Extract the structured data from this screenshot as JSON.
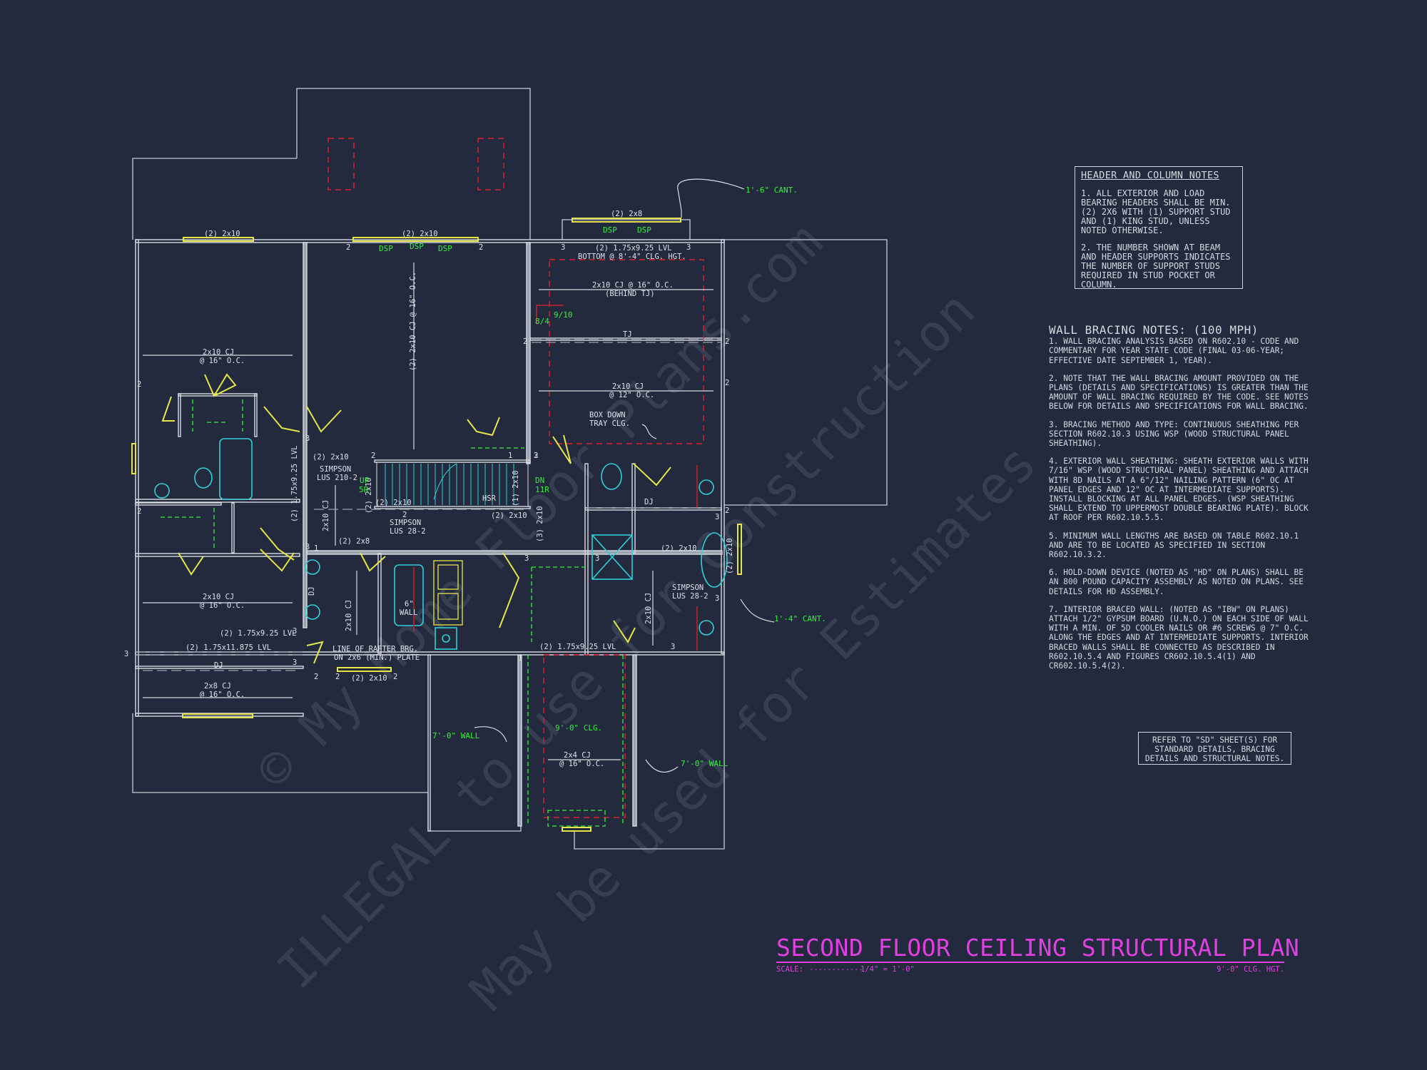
{
  "colors": {
    "background": "#232a3d",
    "wall": "#d9dce3",
    "label": "#dde1e8",
    "green_label": "#35f03a",
    "magenta_title": "#e040e0",
    "red_dashed": "#e0202c",
    "yellow_window": "#e6e64a",
    "cyan_fixture": "#2fd0d8"
  },
  "header_notes": {
    "title": "HEADER AND COLUMN NOTES",
    "items": [
      "1. ALL EXTERIOR AND LOAD BEARING HEADERS SHALL BE MIN. (2) 2x6 WITH (1) SUPPORT STUD AND (1) KING STUD, UNLESS NOTED OTHERWISE.",
      "2. THE NUMBER SHOWN AT BEAM AND HEADER SUPPORTS INDICATES THE NUMBER OF SUPPORT STUDS REQUIRED IN STUD POCKET OR COLUMN."
    ]
  },
  "bracing_notes": {
    "title": "WALL BRACING NOTES: (100 MPH)",
    "items": [
      "1. WALL BRACING ANALYSIS BASED ON R602.10 - CODE AND COMMENTARY FOR YEAR STATE CODE (FINAL 03-06-YEAR; EFFECTIVE DATE SEPTEMBER 1, YEAR).",
      "2. NOTE THAT THE WALL BRACING AMOUNT PROVIDED ON THE PLANS (DETAILS AND SPECIFICATIONS) IS GREATER THAN THE AMOUNT OF WALL BRACING REQUIRED BY THE CODE. SEE NOTES BELOW FOR DETAILS AND SPECIFICATIONS FOR WALL BRACING.",
      "3. BRACING METHOD AND TYPE: CONTINUOUS SHEATHING PER SECTION R602.10.3 USING WSP (WOOD STRUCTURAL PANEL SHEATHING).",
      "4. EXTERIOR WALL SHEATHING: SHEATH EXTERIOR WALLS WITH 7/16\" WSP (WOOD STRUCTURAL PANEL) SHEATHING AND ATTACH WITH 8d NAILS AT A 6\"/12\" NAILING PATTERN (6\" OC AT PANEL EDGES AND 12\" OC AT INTERMEDIATE SUPPORTS). INSTALL BLOCKING AT ALL PANEL EDGES. (WSP SHEATHING SHALL EXTEND TO UPPERMOST DOUBLE BEARING PLATE). BLOCK AT ROOF PER R602.10.5.5.",
      "5. MINIMUM WALL LENGTHS ARE BASED ON TABLE R602.10.1 AND ARE TO BE LOCATED AS SPECIFIED IN SECTION R602.10.3.2.",
      "6. HOLD-DOWN DEVICE (NOTED AS \"HD\" ON PLANS) SHALL BE AN 800 POUND CAPACITY ASSEMBLY AS NOTED ON PLANS. SEE DETAILS FOR HD ASSEMBLY.",
      "7. INTERIOR BRACED WALL: (NOTED AS \"IBW\" ON PLANS) ATTACH 1/2\" GYPSUM BOARD (U.N.O.) ON EACH SIDE OF WALL WITH A MIN. OF 5d COOLER NAILS OR #6 SCREWS @ 7\" O.C. ALONG THE EDGES AND AT INTERMEDIATE SUPPORTS. INTERIOR BRACED WALLS SHALL BE CONNECTED AS DESCRIBED IN R602.10.5.4 AND FIGURES CR602.10.5.4(1) AND CR602.10.5.4(2)."
    ]
  },
  "refer_note": "REFER TO \"SD\" SHEET(S) FOR STANDARD DETAILS, BRACING DETAILS AND STRUCTURAL NOTES.",
  "title_block": {
    "title": "SECOND FLOOR CEILING STRUCTURAL PLAN",
    "scale_label": "SCALE:",
    "scale_dashes": "------------",
    "scale_value": "1/4\" = 1'-0\"",
    "ceiling_height": "9'-0\" CLG. HGT."
  },
  "watermark": [
    "© My Home Floor Plans.com",
    "ILLEGAL to use for Construction",
    "May be used for Estimates"
  ],
  "plan_labels": {
    "cant_top": "1'-6\" CANT.",
    "cant_right": "1'-4\" CANT.",
    "hdr_2x8_top": "(2) 2x8",
    "hdr_2x10_a": "(2) 2x10",
    "hdr_2x10_b": "(2) 2x10",
    "lvl_top": "(2) 1.75x9.25 LVL",
    "bottom_clg": "BOTTOM @ 8'-4\" CLG. HGT.",
    "cj_behind": "2x10 CJ @ 16\" O.C.",
    "behind_tj": "(BEHIND TJ)",
    "tj": "TJ",
    "cj_12": "2x10 CJ",
    "cj_12b": "@ 12\" O.C.",
    "box_down": "BOX DOWN",
    "tray_clg": "TRAY CLG.",
    "cj_left_1": "2x10 CJ",
    "cj_left_1b": "@ 16\" O.C.",
    "cj_left_2": "2x10 CJ",
    "cj_left_2b": "@ 16\" O.C.",
    "cj_2x8": "2x8 CJ",
    "cj_2x8b": "@ 16\" O.C.",
    "cj_vert": "(2) 2x10 CJ @ 16\" O.C.",
    "simpson_1": "SIMPSON",
    "simpson_1b": "LUS 210-2",
    "simpson_2": "SIMPSON",
    "simpson_2b": "LUS 28-2",
    "simpson_3": "SIMPSON",
    "simpson_3b": "LUS 28-2",
    "lvl_mid": "(2) 1.75x9.25 LVL",
    "lvl_11875": "(2) 1.75x11.875 LVL",
    "lvl_bot": "(2) 1.75x9.25 LVL",
    "lvl_vert": "(2) 1.75x9.25 LVL",
    "rafter_brg": "LINE OF RAFTER BRG.",
    "rafter_brg_b": "ON 2x6 (MIN.) PLATE",
    "wall_6": "6\"",
    "wall_6b": "WALL",
    "cj_2x4": "2x4 CJ",
    "cj_2x4b": "@ 16\" O.C.",
    "clg_9": "9'-0\" CLG.",
    "wall_7a": "7'-0\" WALL",
    "wall_7b": "7'-0\" WALL",
    "dsp": "DSP",
    "up": "UP",
    "up_r": "5R",
    "dn": "DN",
    "dn_r": "11R",
    "hsr": "HSR",
    "dj": "DJ",
    "bm_8_4": "8/4",
    "bm_9_10": "9/10",
    "hdr_2x10_c": "(2) 2x10",
    "hdr_2x10_d": "(2) 2x10",
    "hdr_2x10_e": "(2) 2x10",
    "hdr_2x8": "(2) 2x8",
    "hdr_2x10_f": "(2) 2x10",
    "hdr_2x10_g": "(2) 2x10",
    "hdr_2x10_h": "(2) 2x10",
    "hdr_3_2x10": "(3) 2x10",
    "hdr_1_2x10": "(1) 2x10",
    "hdr_2x10_v": "(2) 2x10",
    "n2": "2",
    "n3": "3",
    "n1": "1"
  }
}
